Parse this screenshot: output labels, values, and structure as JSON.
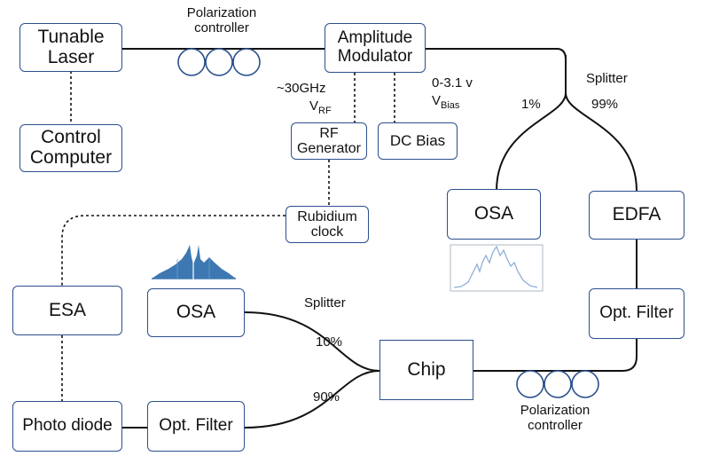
{
  "boxes": {
    "tunable_laser": [
      "Tunable",
      "Laser"
    ],
    "control_computer": [
      "Control",
      "Computer"
    ],
    "amplitude_modulator": [
      "Amplitude",
      "Modulator"
    ],
    "rf_generator": [
      "RF",
      "Generator"
    ],
    "dc_bias": "DC Bias",
    "rubidium_clock": [
      "Rubidium",
      "clock"
    ],
    "osa_top": "OSA",
    "edfa": "EDFA",
    "esa": "ESA",
    "osa_left": "OSA",
    "opt_filter_right": "Opt. Filter",
    "chip": "Chip",
    "photo_diode": "Photo diode",
    "opt_filter_bottom": "Opt. Filter"
  },
  "labels": {
    "pc_top": [
      "Polarization",
      "controller"
    ],
    "pc_bottom": [
      "Polarization",
      "controller"
    ],
    "rf_freq": "~30GHz",
    "v_rf": {
      "main": "V",
      "sub": "RF"
    },
    "bias_range": "0-3.1 v",
    "v_bias": {
      "main": "V",
      "sub": "Bias"
    },
    "splitter_top": "Splitter",
    "split_1": "1%",
    "split_99": "99%",
    "splitter_bottom": "Splitter",
    "split_10": "10%",
    "split_90": "90%"
  },
  "colors": {
    "box_border": "#2b4f8c",
    "line": "#111111",
    "spectrum_fill": "#3e78b2",
    "spectrum_line": "#8fb0d6"
  }
}
